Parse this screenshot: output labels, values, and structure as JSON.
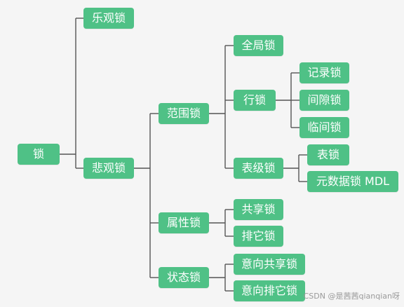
{
  "colors": {
    "node": "#4fc186",
    "edge": "#555555",
    "text": "#ffffff"
  },
  "nodes": {
    "root": "锁",
    "optimistic": "乐观锁",
    "pessimistic": "悲观锁",
    "scope": "范围锁",
    "attribute": "属性锁",
    "state": "状态锁",
    "global": "全局锁",
    "row": "行锁",
    "table_level": "表级锁",
    "record": "记录锁",
    "gap": "间隙锁",
    "next_key": "临间锁",
    "table": "表锁",
    "mdl": "元数据锁 MDL",
    "shared": "共享锁",
    "exclusive": "排它锁",
    "intent_shared": "意向共享锁",
    "intent_exclusive": "意向排它锁"
  },
  "watermark": "CSDN @是茜茜qianqian呀"
}
